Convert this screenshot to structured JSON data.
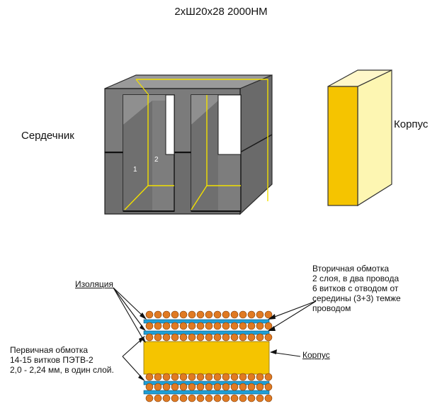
{
  "title": "2хШ20х28 2000НМ",
  "core_label": "Сердечник",
  "case_label": "Корпус",
  "core_marks": [
    "1",
    "2"
  ],
  "insulation_label": "Изоляция",
  "secondary_winding": [
    "Вторичная обмотка",
    "2 слоя, в два провода",
    "6 витков с отводом от",
    "середины (3+3) темже",
    "проводом"
  ],
  "primary_winding": [
    "Первичная обмотка",
    "14-15 витков ПЭТВ-2",
    "2,0 - 2,24 мм, в один слой."
  ],
  "case_label_2": "Корпус",
  "colors": {
    "core_dark": "#5f5f5f",
    "core_mid": "#7b7b7b",
    "core_light": "#8e8e8e",
    "bobbin_front": "#f5c400",
    "bobbin_side": "#fdf6b2",
    "insulation": "#1e9fd6",
    "wire": "#e07a22",
    "outline_yellow": "#f2e000"
  }
}
